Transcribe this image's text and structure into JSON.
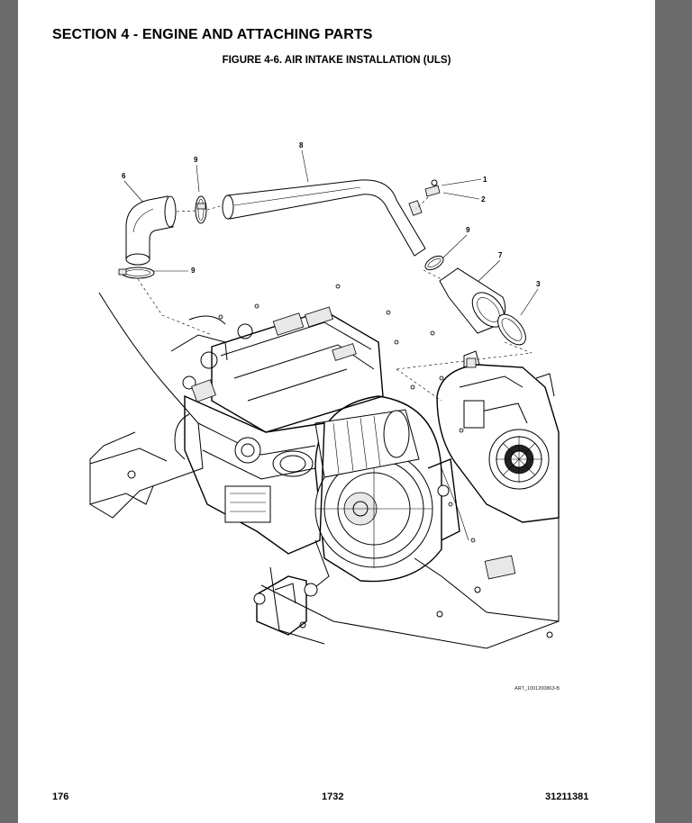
{
  "header": {
    "section_title": "SECTION 4 - ENGINE AND ATTACHING PARTS",
    "figure_title": "FIGURE 4-6. AIR INTAKE INSTALLATION (ULS)"
  },
  "callouts": {
    "c1": "1",
    "c2": "2",
    "c3": "3",
    "c6": "6",
    "c7": "7",
    "c8": "8",
    "c9a": "9",
    "c9b": "9",
    "c9c": "9"
  },
  "art_id": "ART_1001200863-B",
  "footer": {
    "left": "176",
    "center": "1732",
    "right": "31211381"
  }
}
